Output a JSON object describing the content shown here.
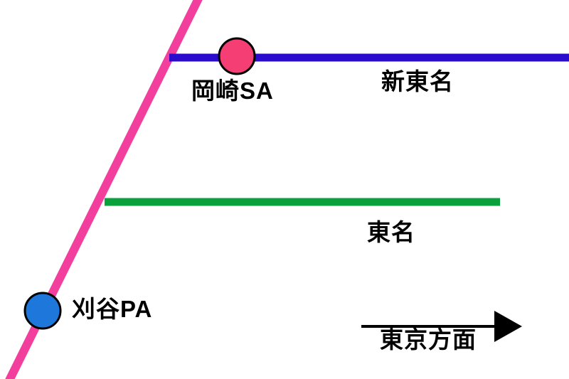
{
  "diagram": {
    "title": "highway-lines-schematic"
  },
  "lines": {
    "shin_tomei": {
      "label": "新東名",
      "color": "#2b0bce"
    },
    "tomei": {
      "label": "東名",
      "color": "#0aa03c"
    },
    "connector": {
      "color": "#f23f9e"
    }
  },
  "stations": {
    "okazaki": {
      "label": "岡崎SA",
      "fill": "#f43e74",
      "outline": "#000000"
    },
    "kariya": {
      "label": "刈谷PA",
      "fill": "#1e78dc",
      "outline": "#000000"
    }
  },
  "direction": {
    "label": "東京方面",
    "color": "#000000"
  },
  "colors": {
    "background": "#ffffff",
    "text": "#000000"
  }
}
